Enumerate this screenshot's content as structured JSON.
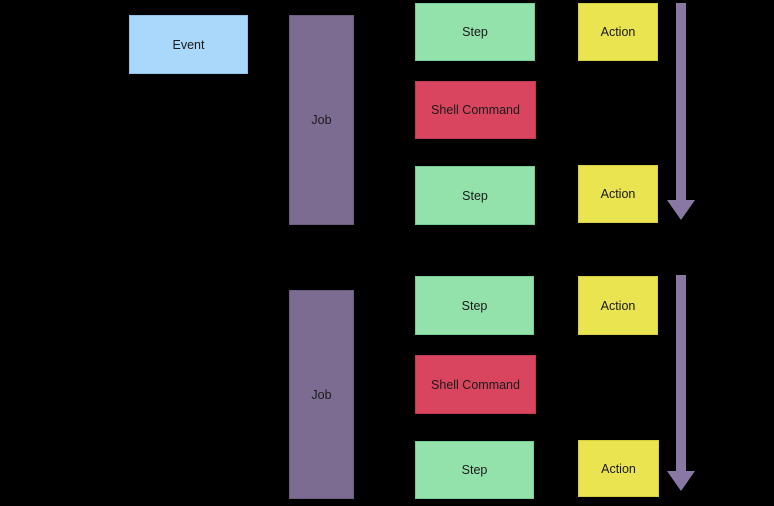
{
  "diagram": {
    "description": "Workflow components diagram with two job groups",
    "background_color": "#000000",
    "colors": {
      "event": "#a9d8fa",
      "job": "#7d6c92",
      "step": "#93e2ab",
      "shell_command": "#d9455f",
      "action": "#e9e44f",
      "arrow": "#8a78a4",
      "text": "#1a1a1a"
    },
    "groups": [
      {
        "event_label": "Event",
        "job_label": "Job",
        "step_labels": [
          "Step",
          "Shell Command",
          "Step"
        ],
        "action_labels": [
          "Action",
          "Action"
        ],
        "arrow_direction": "down"
      },
      {
        "job_label": "Job",
        "step_labels": [
          "Step",
          "Shell Command",
          "Step"
        ],
        "action_labels": [
          "Action",
          "Action"
        ],
        "arrow_direction": "down"
      }
    ]
  }
}
